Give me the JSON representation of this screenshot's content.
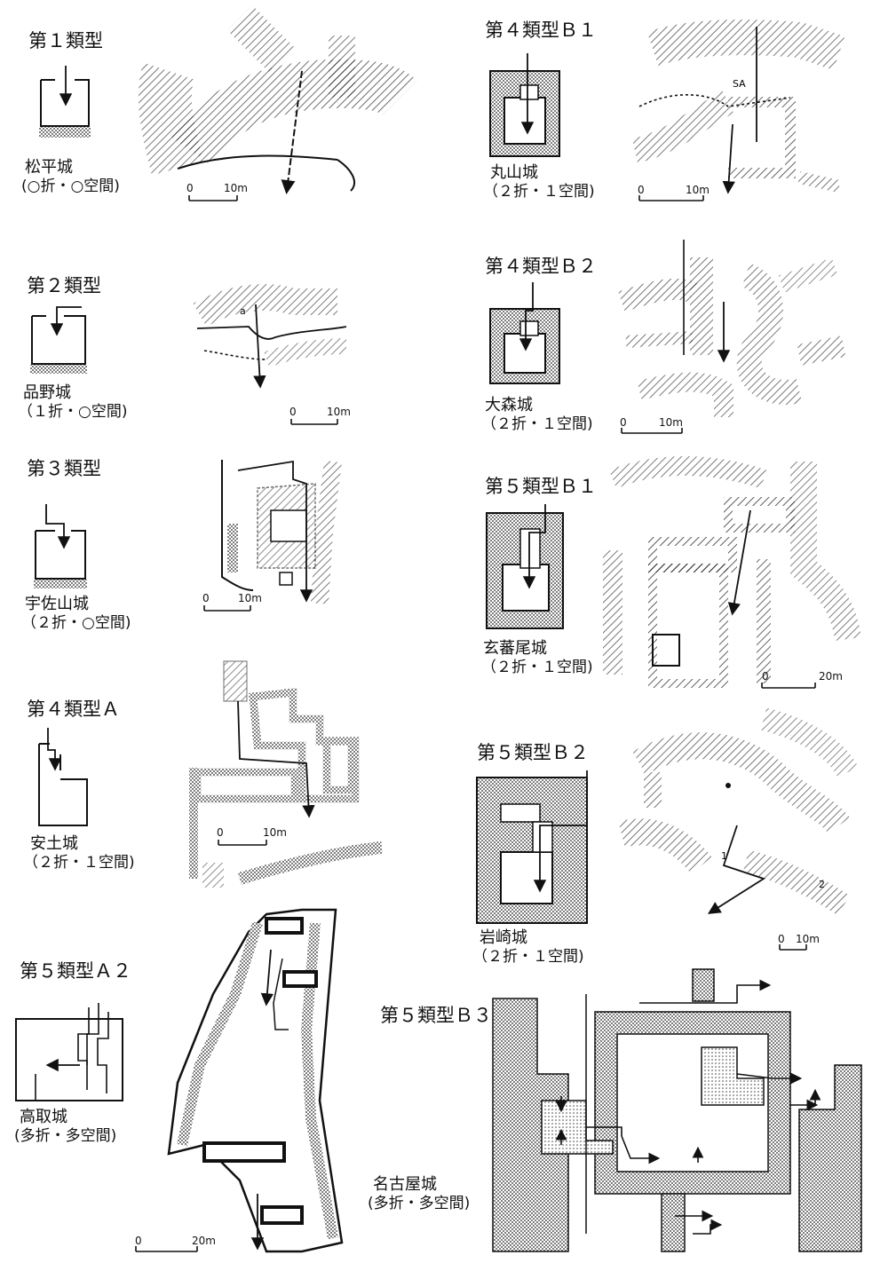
{
  "entries": [
    {
      "type": "第１類型",
      "castle": "松平城",
      "note": "(○折・○空間)",
      "scale": {
        "zero": "0",
        "unit": "10m"
      }
    },
    {
      "type": "第２類型",
      "castle": "品野城",
      "note": "（１折・○空間)",
      "scale": {
        "zero": "0",
        "unit": "10m"
      }
    },
    {
      "type": "第３類型",
      "castle": "宇佐山城",
      "note": "（２折・○空間)",
      "scale": {
        "zero": "0",
        "unit": "10m"
      }
    },
    {
      "type": "第４類型Ａ",
      "castle": "安土城",
      "note": "（２折・１空間)",
      "scale": {
        "zero": "0",
        "unit": "10m"
      }
    },
    {
      "type": "第５類型Ａ２",
      "castle": "高取城",
      "note": "(多折・多空間)",
      "scale": {
        "zero": "0",
        "unit": "20m"
      }
    },
    {
      "type": "第４類型Ｂ１",
      "castle": "丸山城",
      "note": "（２折・１空間)",
      "scale": {
        "zero": "0",
        "unit": "10m"
      }
    },
    {
      "type": "第４類型Ｂ２",
      "castle": "大森城",
      "note": "（２折・１空間)",
      "scale": {
        "zero": "0",
        "unit": "10m"
      }
    },
    {
      "type": "第５類型Ｂ１",
      "castle": "玄蕃尾城",
      "note": "（２折・１空間)",
      "scale": {
        "zero": "0",
        "unit": "20m"
      }
    },
    {
      "type": "第５類型Ｂ２",
      "castle": "岩崎城",
      "note": "（２折・１空間)",
      "scale": {
        "zero": "0",
        "unit": "10m"
      }
    },
    {
      "type": "第５類型Ｂ３",
      "castle": "名古屋城",
      "note": "(多折・多空間)"
    }
  ],
  "map_labels": {
    "shinano_a": "a",
    "maruyama_sa": "SA",
    "iwasaki_1": "1",
    "iwasaki_2": "2"
  }
}
